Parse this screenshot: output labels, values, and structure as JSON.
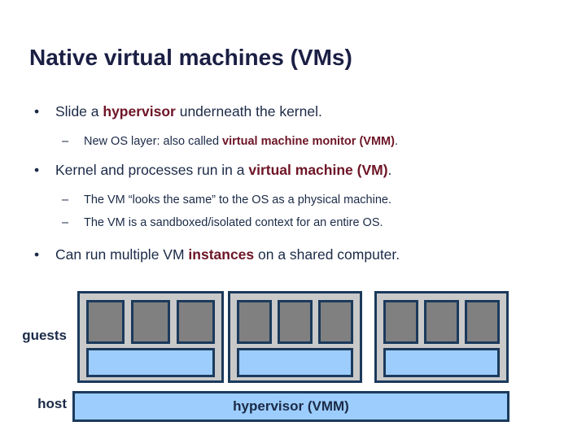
{
  "slide": {
    "title": "Native virtual machines (VMs)",
    "title_color": "#1b1f44",
    "background": "#ffffff"
  },
  "bullets": [
    {
      "level": 1,
      "marker": "•",
      "parts": [
        {
          "text": "Slide a ",
          "emphasis": false
        },
        {
          "text": "hypervisor",
          "emphasis": true
        },
        {
          "text": " underneath the kernel.",
          "emphasis": false
        }
      ]
    },
    {
      "level": 2,
      "marker": "–",
      "parts": [
        {
          "text": "New OS layer: also called ",
          "emphasis": false
        },
        {
          "text": "virtual machine monitor (VMM)",
          "emphasis": true
        },
        {
          "text": ".",
          "emphasis": false
        }
      ]
    },
    {
      "level": 1,
      "marker": "•",
      "parts": [
        {
          "text": "Kernel and processes run in a ",
          "emphasis": false
        },
        {
          "text": "virtual machine (VM)",
          "emphasis": true
        },
        {
          "text": ".",
          "emphasis": false
        }
      ]
    },
    {
      "level": 2,
      "marker": "–",
      "parts": [
        {
          "text": "The VM “looks the same” to the OS as a physical machine.",
          "emphasis": false
        }
      ]
    },
    {
      "level": 2,
      "marker": "–",
      "parts": [
        {
          "text": "The VM is a sandboxed/isolated context for an entire OS.",
          "emphasis": false
        }
      ]
    },
    {
      "level": 1,
      "marker": "•",
      "parts": [
        {
          "text": "Can run multiple VM ",
          "emphasis": false
        },
        {
          "text": "instances",
          "emphasis": true
        },
        {
          "text": " on a shared computer.",
          "emphasis": false
        }
      ]
    }
  ],
  "text_lines": {
    "line1": "Slide a hypervisor underneath the kernel.",
    "line2": "New OS layer: also called virtual machine monitor (VMM).",
    "line3": "Kernel and processes run in a virtual machine (VM).",
    "line4": "The VM “looks the same” to the OS as a physical machine.",
    "line5": "The VM is a sandboxed/isolated context for an entire OS.",
    "line6": "Can run multiple VM instances on a shared computer."
  },
  "diagram": {
    "labels": {
      "guests": "guests",
      "host": "host"
    },
    "host_bar_text": "hypervisor (VMM)",
    "guest_count": 3,
    "processes_per_guest": 3,
    "colors": {
      "guest_fill": "#c9c9c9",
      "process_fill": "#808080",
      "kernel_fill": "#9ccdfc",
      "hypervisor_fill": "#9ccdfc",
      "border": "#1b3a5c",
      "text": "#1b2a47",
      "emphasis": "#6e1526"
    }
  }
}
